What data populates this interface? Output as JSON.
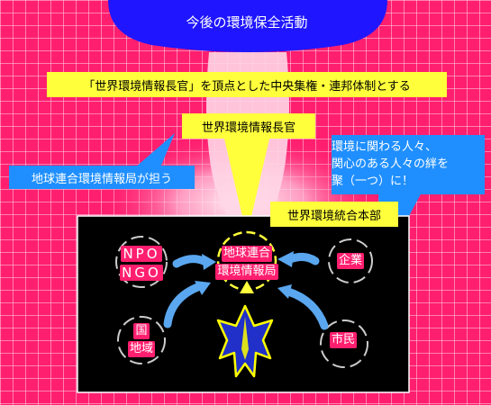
{
  "title": "今後の環境保全活動",
  "banner": "「世界環境情報長官」を頂点とした中央集権・連邦体制とする",
  "chief": "世界環境情報長官",
  "headquarters": "世界環境統合本部",
  "callout_left": "地球連合環境情報局が担う",
  "callout_right": {
    "line1": "環境に関わる人々、",
    "line2": "関心のある人々の絆を",
    "line3": "聚（一つ）に！"
  },
  "nodes": {
    "npo_line1": "NPO",
    "npo_line2": "NGO",
    "center_line1": "地球連合",
    "center_line2": "環境情報局",
    "business": "企業",
    "country_line1": "国",
    "country_line2": "地域",
    "citizen": "市民"
  },
  "colors": {
    "background": "#ff1f6e",
    "grid": "#ffd2e6",
    "banner": "#ffff3c",
    "accent_blue": "#1f8fff",
    "arrow_blue": "#5aa7ef",
    "dark_panel": "#000000",
    "emblem": "#2030c8",
    "emblem_outline": "#ffff00"
  }
}
